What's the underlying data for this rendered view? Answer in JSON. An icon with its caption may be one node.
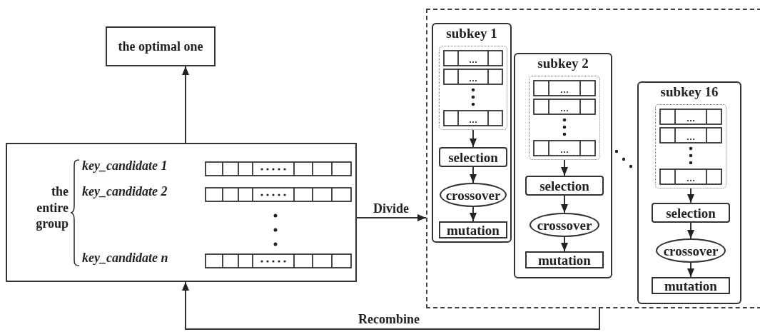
{
  "diagram": {
    "nodes": [
      {
        "text": [
          "the optimal one"
        ]
      },
      {
        "text": [
          "the entire group",
          "key_candidate 1",
          "key_candidate 2",
          "key_candidate n"
        ]
      },
      {
        "text": [],
        "shape": "box"
      },
      {
        "text": [
          "subkey 1"
        ],
        "in": 2
      },
      {
        "text": [],
        "shape": "box",
        "in": 3
      },
      {
        "text": [
          "selection"
        ],
        "in": 3
      },
      {
        "text": [
          "crossover"
        ],
        "in": 3
      },
      {
        "text": [
          "mutation"
        ],
        "in": 3
      },
      {
        "text": [
          "subkey 2"
        ],
        "in": 2
      },
      {
        "text": [],
        "shape": "box",
        "in": 8
      },
      {
        "text": [
          "selection"
        ],
        "in": 8
      },
      {
        "text": [
          "crossover"
        ],
        "in": 8
      },
      {
        "text": [
          "mutation"
        ],
        "in": 8
      },
      {
        "text": [
          "subkey 16"
        ],
        "in": 2
      },
      {
        "text": [],
        "shape": "box",
        "in": 13
      },
      {
        "text": [
          "selection"
        ],
        "in": 13
      },
      {
        "text": [
          "crossover"
        ],
        "in": 13
      },
      {
        "text": [
          "mutation"
        ],
        "in": 13
      }
    ],
    "edges": [
      {
        "from": 1,
        "to": 0,
        "arrow": "to"
      },
      {
        "from": 1,
        "to": 2,
        "arrow": "to",
        "label": "Divide"
      },
      {
        "from": 2,
        "to": 1,
        "arrow": "to",
        "label": "Recombine"
      },
      {
        "from": 4,
        "to": 5,
        "arrow": "to"
      },
      {
        "from": 5,
        "to": 6,
        "arrow": "to"
      },
      {
        "from": 6,
        "to": 7,
        "arrow": "to"
      },
      {
        "from": 9,
        "to": 10,
        "arrow": "to"
      },
      {
        "from": 10,
        "to": 11,
        "arrow": "to"
      },
      {
        "from": 11,
        "to": 12,
        "arrow": "to"
      },
      {
        "from": 14,
        "to": 15,
        "arrow": "to"
      },
      {
        "from": 15,
        "to": 16,
        "arrow": "to"
      },
      {
        "from": 16,
        "to": 17,
        "arrow": "to"
      }
    ]
  }
}
